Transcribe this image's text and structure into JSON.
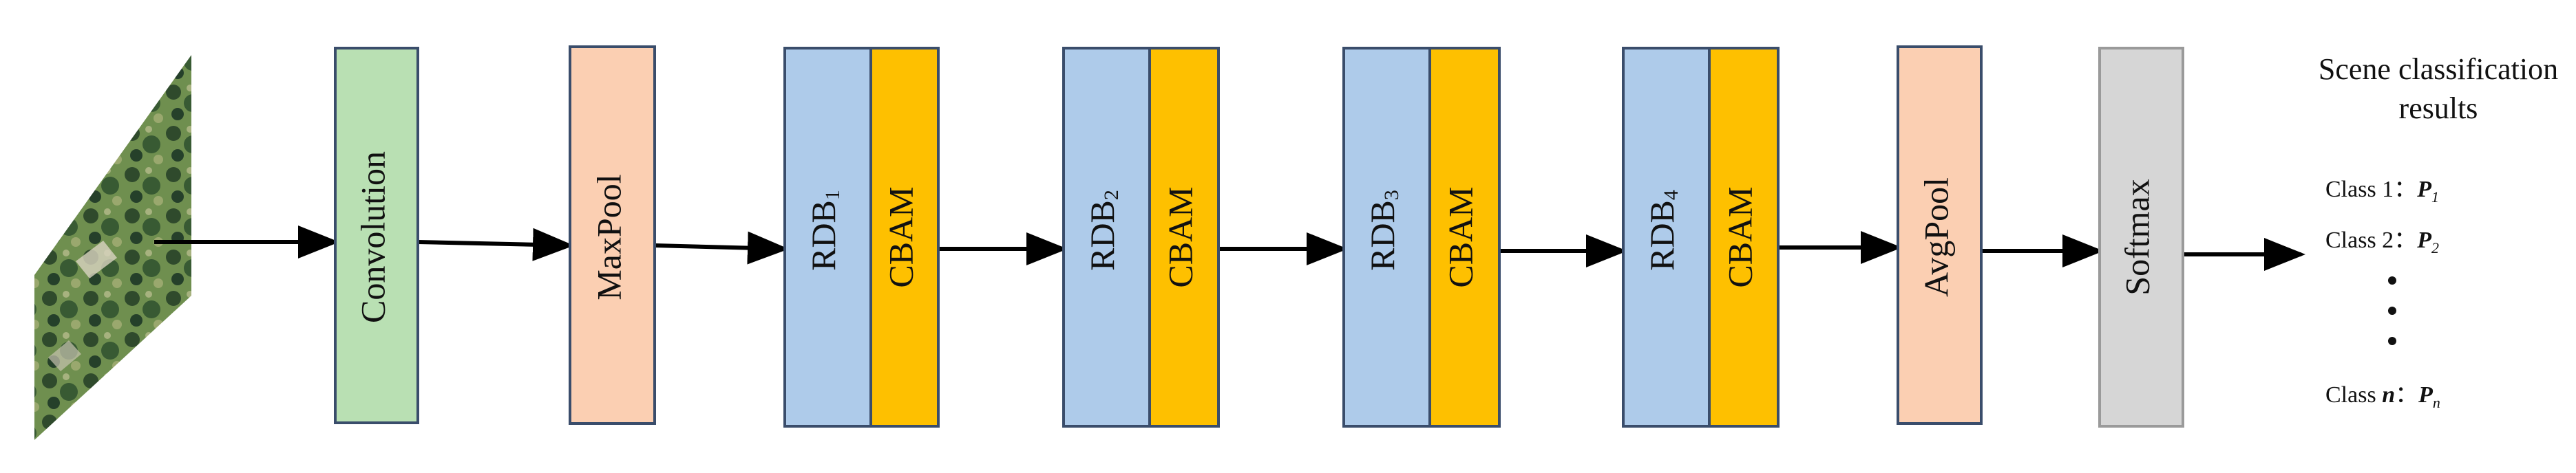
{
  "blocks": {
    "convolution": "Convolution",
    "maxpool": "MaxPool",
    "avgpool": "AvgPool",
    "softmax": "Softmax"
  },
  "rdb_units": [
    {
      "base": "RDB",
      "sub": "1",
      "cbam": "CBAM"
    },
    {
      "base": "RDB",
      "sub": "2",
      "cbam": "CBAM"
    },
    {
      "base": "RDB",
      "sub": "3",
      "cbam": "CBAM"
    },
    {
      "base": "RDB",
      "sub": "4",
      "cbam": "CBAM"
    }
  ],
  "results": {
    "title_line1": "Scene classification",
    "title_line2": "results",
    "class1_label": "Class 1",
    "class2_label": "Class 2",
    "classn_prefix": "Class ",
    "classn_var": "n",
    "separator": "：",
    "p_symbol": "P",
    "p1_sub": "1",
    "p2_sub": "2",
    "pn_sub": "n"
  },
  "colors": {
    "convolution": "#b9e0b3",
    "maxpool": "#fbcfb2",
    "rdb": "#aecbea",
    "cbam": "#fec000",
    "avgpool": "#fbcfb2",
    "softmax": "#d6d6d6",
    "border": "#3a4d6b",
    "arrow": "#000000"
  }
}
